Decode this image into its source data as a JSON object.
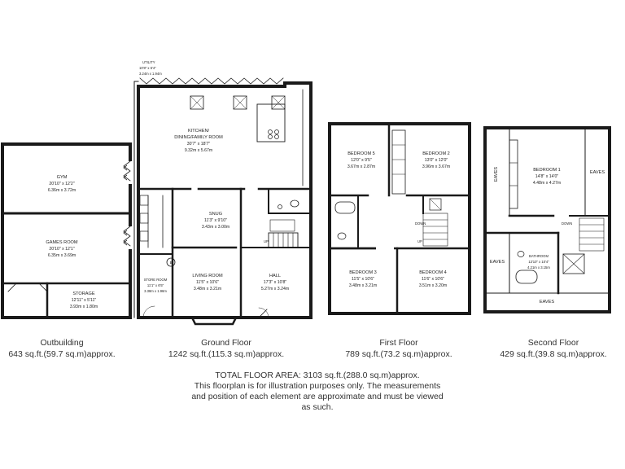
{
  "rooms": {
    "utility": {
      "name": "UTILITY",
      "dim_imperial": "10'8\" x 6'4\"",
      "dim_metric": "3.24m x 1.94m"
    },
    "kitchen": {
      "name1": "KITCHEN/",
      "name2": "DINING/FAMILY ROOM",
      "dim_imperial": "30'7\" x 18'7\"",
      "dim_metric": "9.32m x 5.67m"
    },
    "snug": {
      "name": "SNUG",
      "dim_imperial": "11'3\" x 9'10\"",
      "dim_metric": "3.43m x 3.00m"
    },
    "store_room": {
      "name": "STORE ROOM",
      "dim_imperial": "11'1\" x 6'5\"",
      "dim_metric": "3.38m x 1.96m"
    },
    "living_room": {
      "name": "LIVING ROOM",
      "dim_imperial": "11'5\" x 10'6\"",
      "dim_metric": "3.48m x 3.21m"
    },
    "hall": {
      "name": "HALL",
      "dim_imperial": "17'3\" x 10'8\"",
      "dim_metric": "5.27m x 3.24m"
    },
    "gym": {
      "name": "GYM",
      "dim_imperial": "20'10\" x 12'2\"",
      "dim_metric": "6.36m x 3.72m"
    },
    "games_room": {
      "name": "GAMES ROOM",
      "dim_imperial": "20'10\" x 12'1\"",
      "dim_metric": "6.35m x 3.69m"
    },
    "storage": {
      "name": "STORAGE",
      "dim_imperial": "12'11\" x 5'11\"",
      "dim_metric": "3.93m x 1.80m"
    },
    "bedroom5": {
      "name": "BEDROOM 5",
      "dim_imperial": "12'0\" x 9'5\"",
      "dim_metric": "3.67m x 2.87m"
    },
    "bedroom2": {
      "name": "BEDROOM 2",
      "dim_imperial": "13'0\" x 12'0\"",
      "dim_metric": "3.96m x 3.67m"
    },
    "bedroom3": {
      "name": "BEDROOM 3",
      "dim_imperial": "11'5\" x 10'6\"",
      "dim_metric": "3.48m x 3.21m"
    },
    "bedroom4": {
      "name": "BEDROOM 4",
      "dim_imperial": "11'6\" x 10'6\"",
      "dim_metric": "3.51m x 3.20m"
    },
    "bedroom1": {
      "name": "BEDROOM 1",
      "dim_imperial": "14'8\" x 14'0\"",
      "dim_metric": "4.48m x 4.27m"
    },
    "bathroom": {
      "name": "BATHROOM",
      "dim_imperial": "13'10\" x 10'4\"",
      "dim_metric": "4.21m x 3.15m"
    }
  },
  "markers": {
    "eaves": "EAVES",
    "down": "DOWN",
    "up": "UP",
    "boiler": "B"
  },
  "floors": [
    {
      "name": "Outbuilding",
      "area": "643 sq.ft.(59.7 sq.m)approx."
    },
    {
      "name": "Ground Floor",
      "area": "1242 sq.ft.(115.3 sq.m)approx."
    },
    {
      "name": "First Floor",
      "area": "789 sq.ft.(73.2 sq.m)approx."
    },
    {
      "name": "Second Floor",
      "area": "429 sq.ft.(39.8 sq.m)approx."
    }
  ],
  "footer": {
    "total": "TOTAL FLOOR AREA: 3103 sq.ft.(288.0 sq.m)approx.",
    "line2": "This floorplan is for illustration purposes only. The measurements",
    "line3": "and position of each element are approximate and must be viewed",
    "line4": "as such."
  }
}
